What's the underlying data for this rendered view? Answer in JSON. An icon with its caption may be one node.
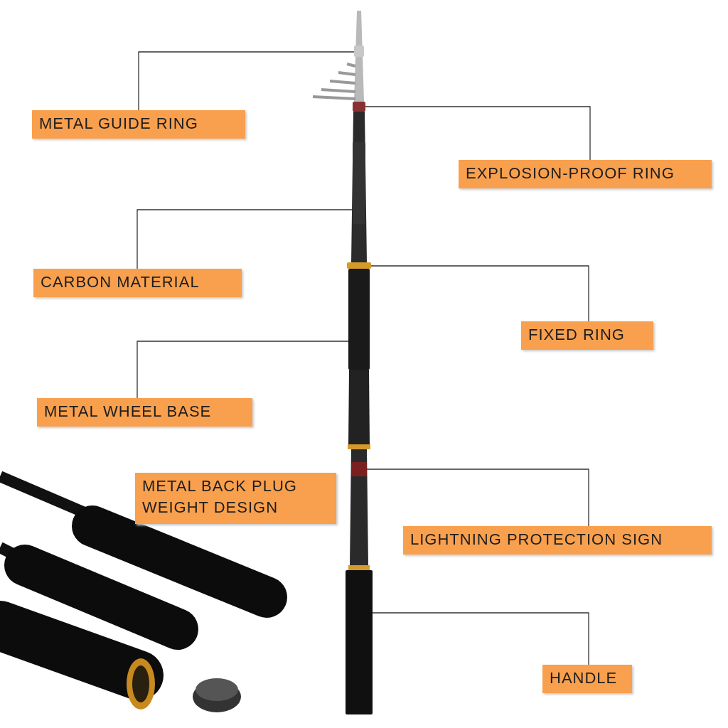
{
  "diagram": {
    "nodes": [
      {
        "text": [
          "METAL GUIDE RING"
        ]
      },
      {
        "text": [
          "EXPLOSION-PROOF RING"
        ]
      },
      {
        "text": [
          "CARBON MATERIAL"
        ]
      },
      {
        "text": [
          "FIXED RING"
        ]
      },
      {
        "text": [
          "METAL WHEEL BASE"
        ]
      },
      {
        "text": [
          "METAL BACK PLUG WEIGHT DESIGN"
        ]
      },
      {
        "text": [
          "LIGHTNING PROTECTION SIGN"
        ]
      },
      {
        "text": [
          "HANDLE"
        ]
      },
      {
        "text": [],
        "shape": "bar"
      },
      {
        "text": [],
        "shape": "bar"
      },
      {
        "text": [],
        "shape": "bar"
      },
      {
        "text": [],
        "shape": "bar"
      },
      {
        "text": [],
        "shape": "bar"
      },
      {
        "text": [],
        "shape": "bar"
      },
      {
        "text": [],
        "shape": "bar"
      }
    ],
    "edges": [
      {
        "from": 0,
        "to": 8,
        "arrow": "none"
      },
      {
        "from": 1,
        "to": 9,
        "arrow": "none"
      },
      {
        "from": 2,
        "to": 10,
        "arrow": "none"
      },
      {
        "from": 3,
        "to": 11,
        "arrow": "none"
      },
      {
        "from": 4,
        "to": 12,
        "arrow": "none"
      },
      {
        "from": 6,
        "to": 13,
        "arrow": "none"
      },
      {
        "from": 7,
        "to": 14,
        "arrow": "none"
      }
    ]
  }
}
